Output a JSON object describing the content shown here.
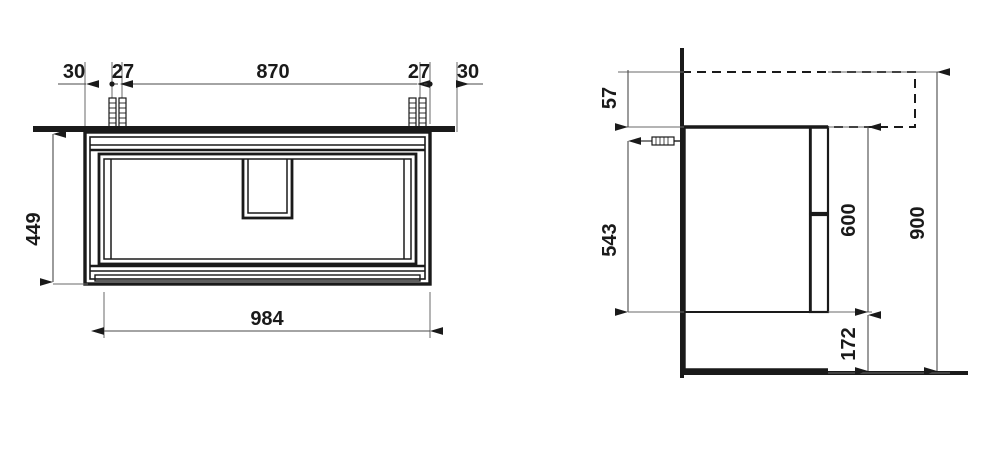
{
  "drawing": {
    "title": "Bathroom vanity unit technical drawing",
    "units": "mm",
    "line_color": "#1a1a1a",
    "dim_line_color": "#4a4a4a",
    "background": "#ffffff"
  },
  "front_view": {
    "name": "front-elevation",
    "dimensions": {
      "top_left_offset": "30",
      "top_left_anchor": "27",
      "top_span": "870",
      "top_right_anchor": "27",
      "top_right_offset": "30",
      "height": "449",
      "width": "984"
    },
    "features": {
      "countertop": "countertop-slab",
      "outer_frame": "cabinet-outer-frame",
      "inner_frame": "cabinet-inner-frame",
      "handle_notch": "center-handle-notch",
      "wall_anchors_left": "wall-anchor-pair-left",
      "wall_anchors_right": "wall-anchor-pair-right"
    }
  },
  "side_view": {
    "name": "side-section",
    "dimensions": {
      "basin_overhang": "57",
      "mount_height": "543",
      "cabinet_height": "600",
      "total_height": "900",
      "plinth_gap": "172"
    },
    "features": {
      "wall_line": "wall-vertical-line",
      "basin_outline": "basin-dashed-outline",
      "wall_anchor": "horizontal-wall-anchor",
      "cabinet_body": "cabinet-body-profile",
      "drawer_fronts": "drawer-front-panels",
      "floor_line": "floor-reference-line"
    }
  }
}
